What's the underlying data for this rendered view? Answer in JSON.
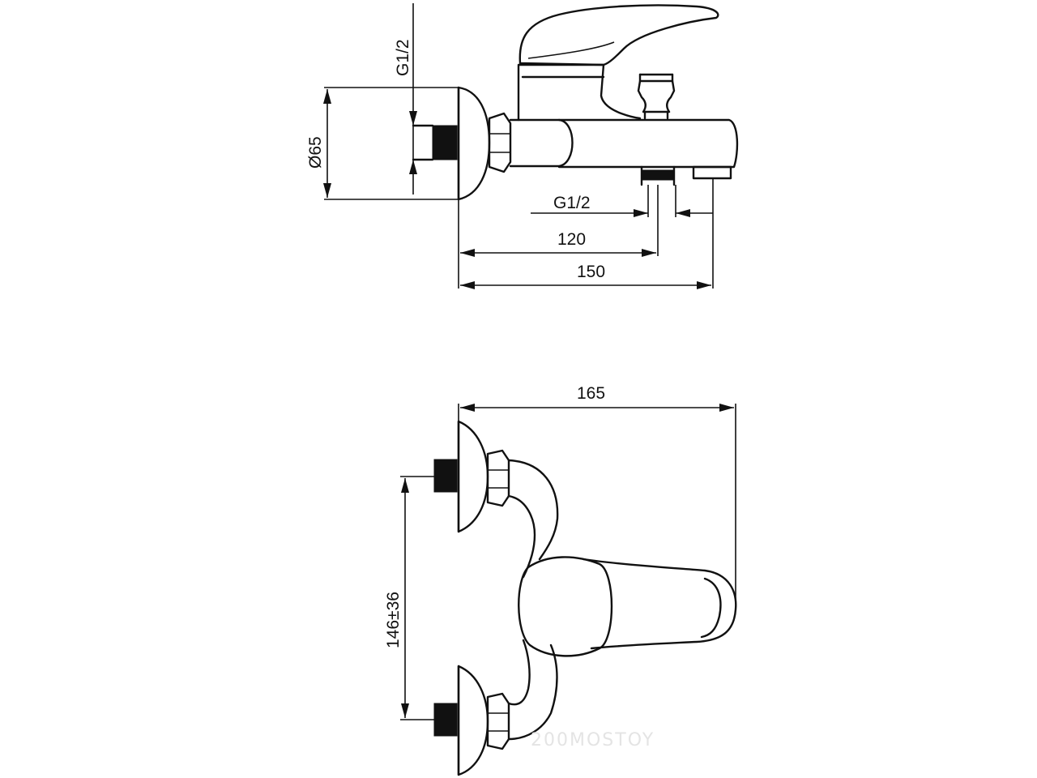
{
  "side_view": {
    "dim_thread_wall": "G1/2",
    "dim_diameter": "Ø65",
    "dim_thread_outlet": "G1/2",
    "dim_120": "120",
    "dim_150": "150"
  },
  "top_view": {
    "dim_165": "165",
    "dim_spacing": "146±36"
  },
  "watermark": "200MOSTOY",
  "colors": {
    "ink": "#111111",
    "background": "#ffffff",
    "watermark": "#e4e4e4"
  }
}
